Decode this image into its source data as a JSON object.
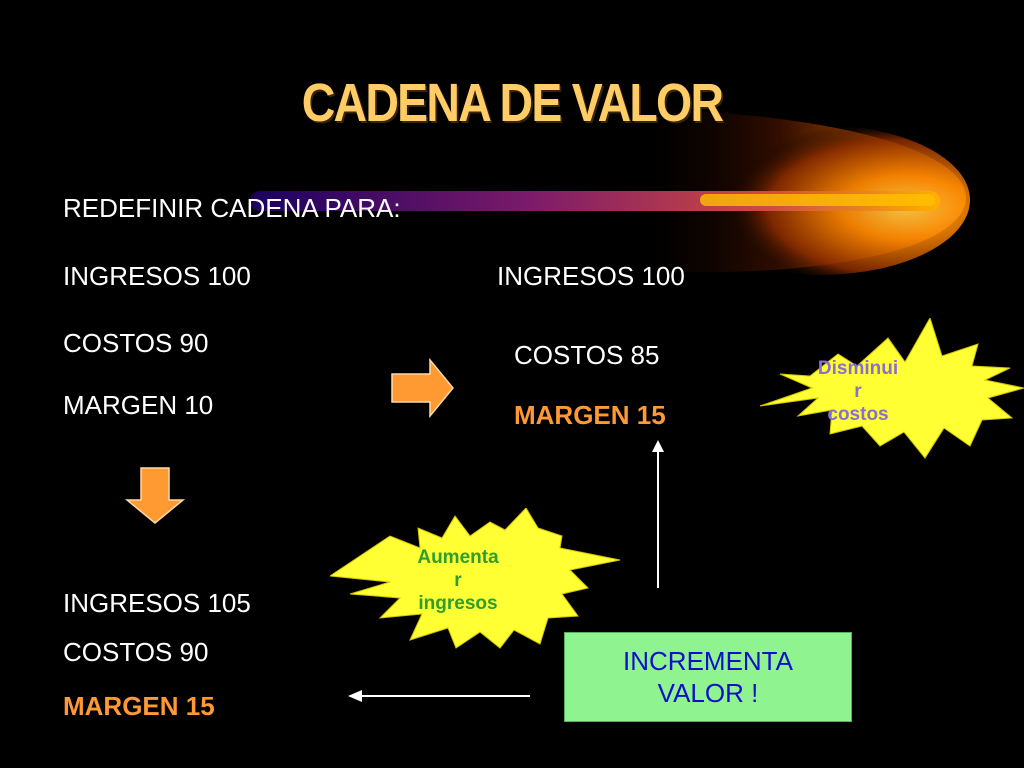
{
  "slide": {
    "title": "CADENA DE VALOR",
    "subtitle": "REDEFINIR CADENA PARA:"
  },
  "before": {
    "ingresos": "INGRESOS 100",
    "costos": "COSTOS 90",
    "margen": "MARGEN 10"
  },
  "option_costs": {
    "ingresos": "INGRESOS 100",
    "costos": "COSTOS 85",
    "margen": "MARGEN 15"
  },
  "option_income": {
    "ingresos": "INGRESOS 105",
    "costos": "COSTOS 90",
    "margen": "MARGEN 15"
  },
  "bursts": {
    "reduce_costs": {
      "line1": "Disminui",
      "line2": "r",
      "line3": "costos"
    },
    "increase_income": {
      "line1": "Aumenta",
      "line2": "r",
      "line3": "ingresos"
    }
  },
  "callout": {
    "text": "INCREMENTA\nVALOR  !"
  },
  "colors": {
    "title": "#ffcc66",
    "highlight": "#ff9933",
    "burst_fill": "#ffff33",
    "burst_reduce_text": "#8a6fd0",
    "burst_increase_text": "#2e9e2e",
    "callout_fill": "#8ff38f",
    "callout_text": "#1010c8"
  }
}
